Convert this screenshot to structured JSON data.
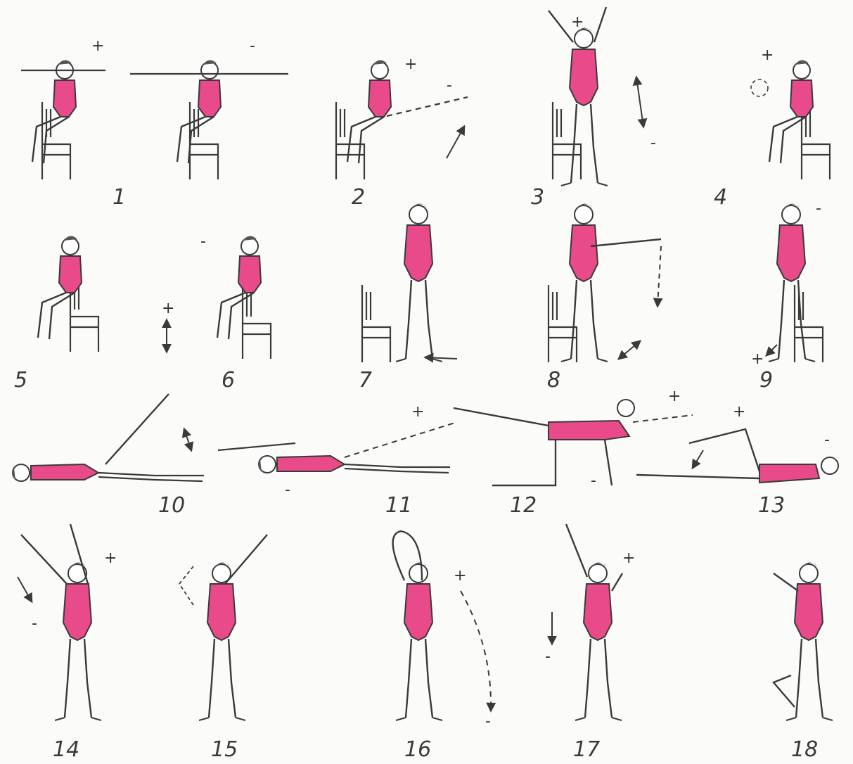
{
  "colors": {
    "background": "#fbfbf9",
    "ink": "#3a3a3a",
    "leotard": "#e84a8a"
  },
  "icons": [
    "exercise-figure-icon",
    "chair-icon",
    "arrow-icon"
  ],
  "exercises": [
    {
      "number": "1",
      "signs": [
        "+",
        "-"
      ]
    },
    {
      "number": "2",
      "signs": [
        "+",
        "-"
      ]
    },
    {
      "number": "3",
      "signs": [
        "+",
        "-"
      ]
    },
    {
      "number": "4",
      "signs": [
        "+"
      ]
    },
    {
      "number": "5",
      "signs": []
    },
    {
      "number": "6",
      "signs": [
        "-",
        "+"
      ]
    },
    {
      "number": "7",
      "signs": []
    },
    {
      "number": "8",
      "signs": []
    },
    {
      "number": "9",
      "signs": [
        "-",
        "+"
      ]
    },
    {
      "number": "10",
      "signs": []
    },
    {
      "number": "11",
      "signs": [
        "+",
        "-"
      ]
    },
    {
      "number": "12",
      "signs": [
        "+",
        "-"
      ]
    },
    {
      "number": "13",
      "signs": [
        "+",
        "-"
      ]
    },
    {
      "number": "14",
      "signs": [
        "+",
        "-"
      ]
    },
    {
      "number": "15",
      "signs": []
    },
    {
      "number": "16",
      "signs": [
        "+",
        "-"
      ]
    },
    {
      "number": "17",
      "signs": [
        "+",
        "-"
      ]
    },
    {
      "number": "18",
      "signs": []
    }
  ]
}
